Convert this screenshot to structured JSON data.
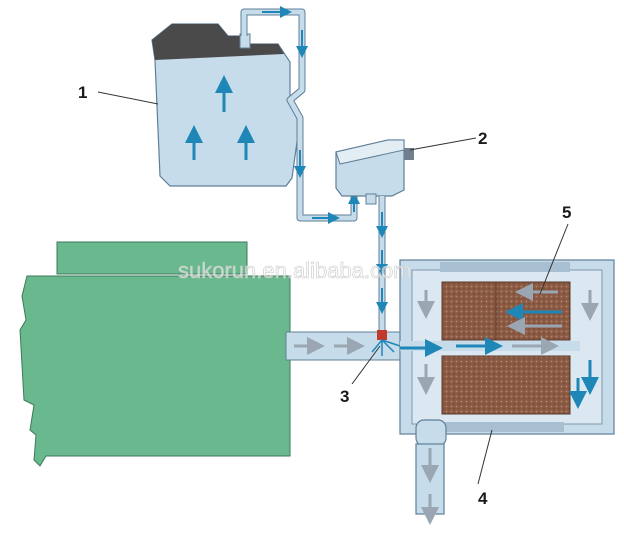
{
  "callouts": {
    "tank": "1",
    "pump": "2",
    "injector": "3",
    "catalyst": "4",
    "filter": "5"
  },
  "watermark": "sukorun.en.alibaba.com",
  "colors": {
    "fluid": "#c6dcea",
    "fluid_stroke": "#5f7f98",
    "engine": "#6ab98e",
    "engine_dark": "#4e9a72",
    "flow_blue": "#1f86b8",
    "flow_grey": "#9aa6b2",
    "filter_brown": "#8b5a44"
  }
}
